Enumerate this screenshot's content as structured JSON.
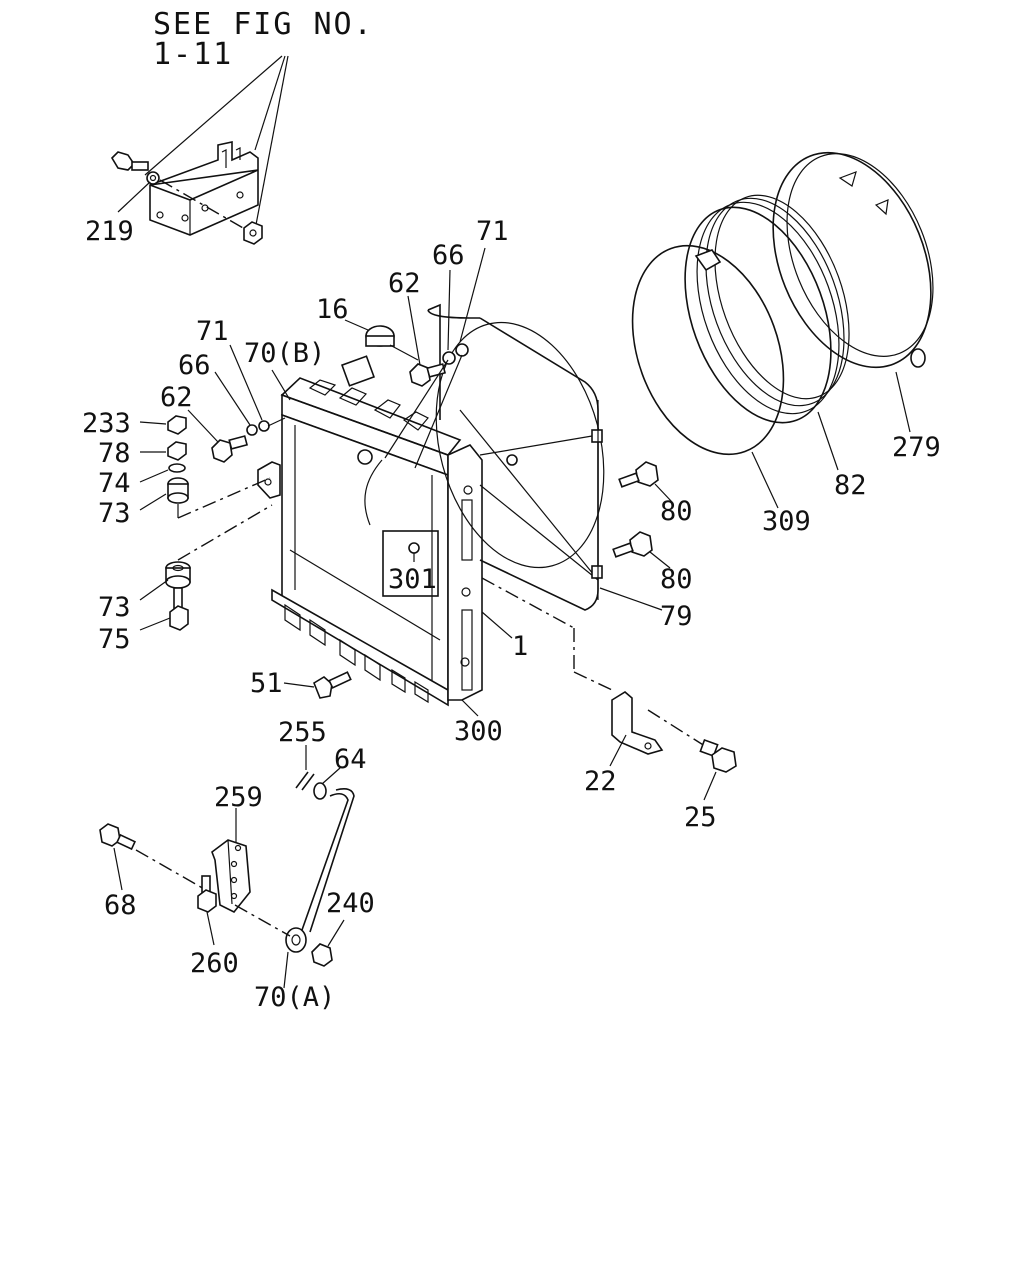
{
  "header": {
    "see_fig_line1": "SEE FIG NO.",
    "see_fig_line2": "1-11"
  },
  "callouts": {
    "c219": "219",
    "c71_top": "71",
    "c66_top": "66",
    "c62_top": "62",
    "c16": "16",
    "c71_left": "71",
    "c70B": "70(B)",
    "c66_left": "66",
    "c62_left": "62",
    "c233": "233",
    "c78": "78",
    "c74": "74",
    "c73_upper": "73",
    "c73_lower": "73",
    "c75": "75",
    "c301": "301",
    "c1": "1",
    "c51": "51",
    "c300": "300",
    "c80_upper": "80",
    "c80_lower": "80",
    "c79": "79",
    "c309": "309",
    "c82": "82",
    "c279": "279",
    "c22": "22",
    "c25": "25",
    "c255": "255",
    "c64": "64",
    "c259": "259",
    "c68": "68",
    "c260": "260",
    "c240": "240",
    "c70A": "70(A)"
  }
}
